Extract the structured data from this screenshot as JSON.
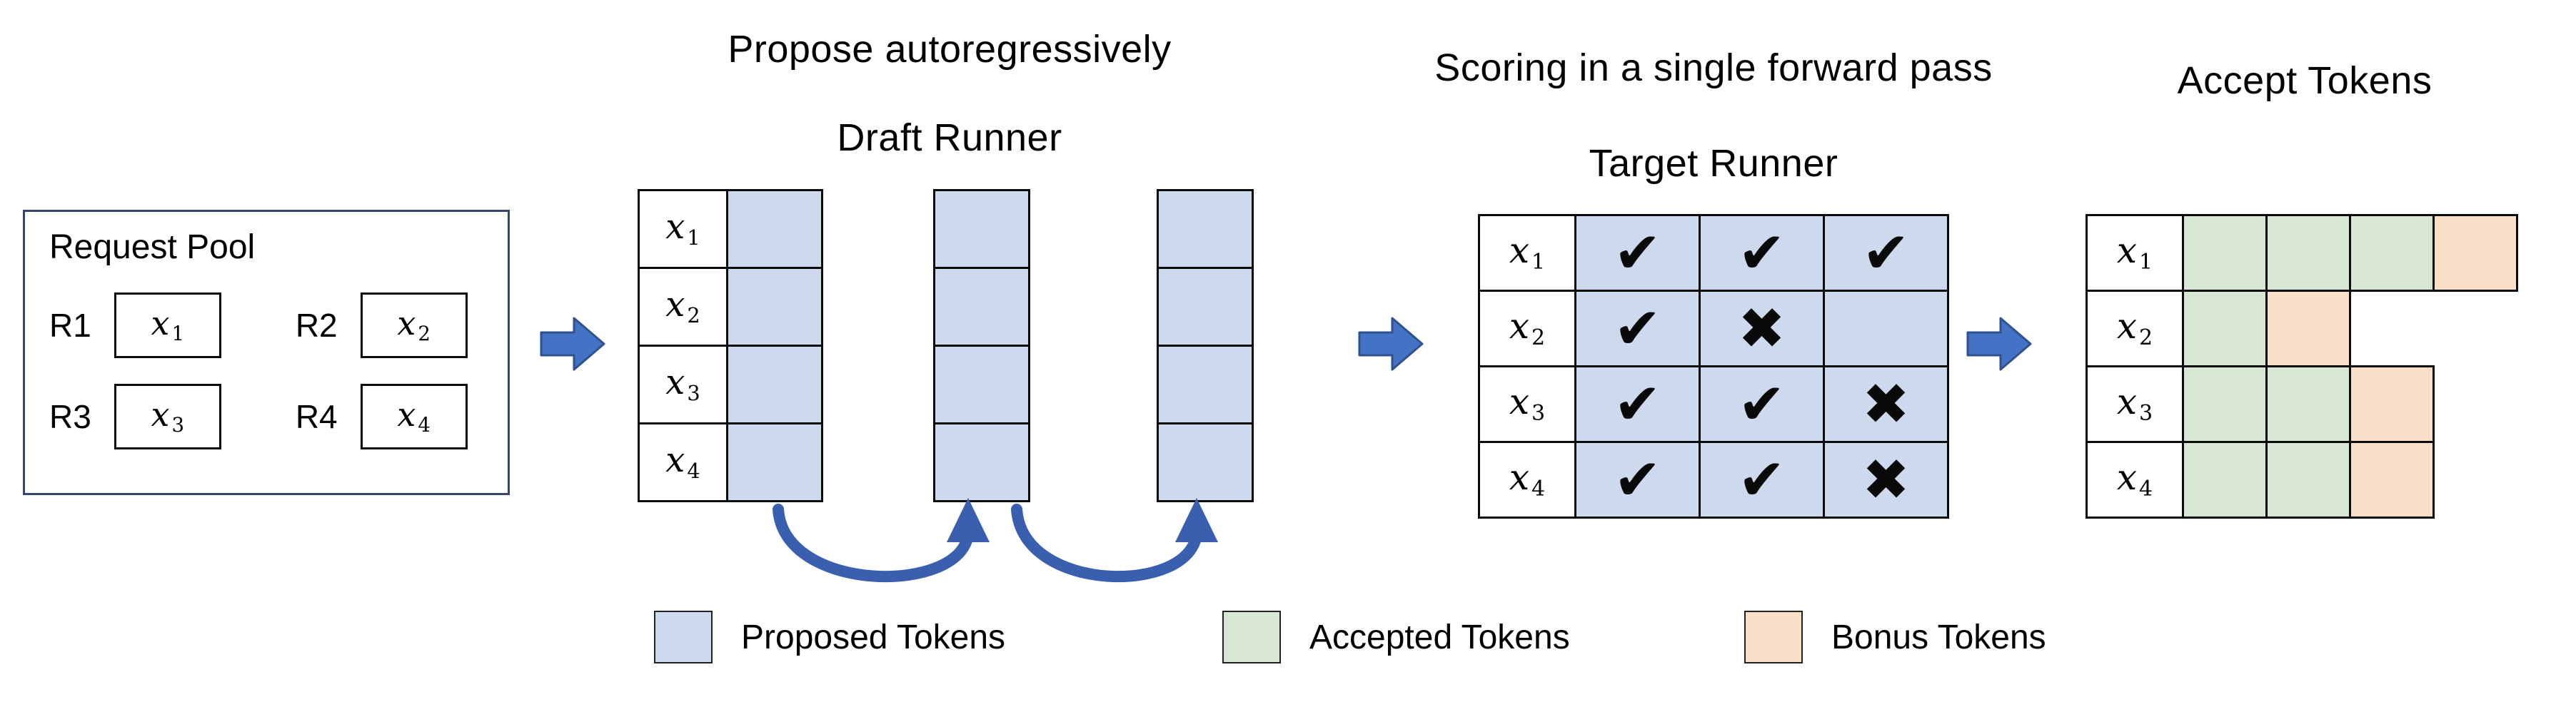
{
  "headings": {
    "propose": "Propose autoregressively",
    "draft_runner": "Draft Runner",
    "scoring": "Scoring in a single forward pass",
    "target_runner": "Target Runner",
    "accept": "Accept Tokens"
  },
  "request_pool": {
    "title": "Request Pool",
    "items": [
      {
        "id": "R1",
        "token": {
          "base": "x",
          "sub": "1"
        }
      },
      {
        "id": "R2",
        "token": {
          "base": "x",
          "sub": "2"
        }
      },
      {
        "id": "R3",
        "token": {
          "base": "x",
          "sub": "3"
        }
      },
      {
        "id": "R4",
        "token": {
          "base": "x",
          "sub": "4"
        }
      }
    ]
  },
  "draft": {
    "rows": 4,
    "columns": 3,
    "labels": [
      {
        "base": "x",
        "sub": "1"
      },
      {
        "base": "x",
        "sub": "2"
      },
      {
        "base": "x",
        "sub": "3"
      },
      {
        "base": "x",
        "sub": "4"
      }
    ]
  },
  "target": {
    "rows": [
      {
        "label": {
          "base": "x",
          "sub": "1"
        },
        "marks": [
          "check",
          "check",
          "check"
        ]
      },
      {
        "label": {
          "base": "x",
          "sub": "2"
        },
        "marks": [
          "check",
          "cross",
          "none"
        ]
      },
      {
        "label": {
          "base": "x",
          "sub": "3"
        },
        "marks": [
          "check",
          "check",
          "cross"
        ]
      },
      {
        "label": {
          "base": "x",
          "sub": "4"
        },
        "marks": [
          "check",
          "check",
          "cross"
        ]
      }
    ]
  },
  "accept": {
    "rows": [
      {
        "label": {
          "base": "x",
          "sub": "1"
        },
        "cells": [
          "accepted",
          "accepted",
          "accepted",
          "bonus"
        ]
      },
      {
        "label": {
          "base": "x",
          "sub": "2"
        },
        "cells": [
          "accepted",
          "bonus"
        ]
      },
      {
        "label": {
          "base": "x",
          "sub": "3"
        },
        "cells": [
          "accepted",
          "accepted",
          "bonus"
        ]
      },
      {
        "label": {
          "base": "x",
          "sub": "4"
        },
        "cells": [
          "accepted",
          "accepted",
          "bonus"
        ]
      }
    ]
  },
  "legend": {
    "items": [
      {
        "swatch": "proposed",
        "label": "Proposed Tokens"
      },
      {
        "swatch": "accepted",
        "label": "Accepted Tokens"
      },
      {
        "swatch": "bonus",
        "label": "Bonus Tokens"
      }
    ]
  },
  "glyphs": {
    "check": "✔",
    "cross": "✖",
    "none": ""
  },
  "colors": {
    "proposed": "#cdd9ec",
    "accepted": "#d7e7d4",
    "bonus": "#f9dfc7",
    "arrow": "#4472c4",
    "arrow_stroke": "#2f528f",
    "curve": "#3a5fae",
    "border": "#0a0a0a",
    "pool_border": "#37456b"
  }
}
